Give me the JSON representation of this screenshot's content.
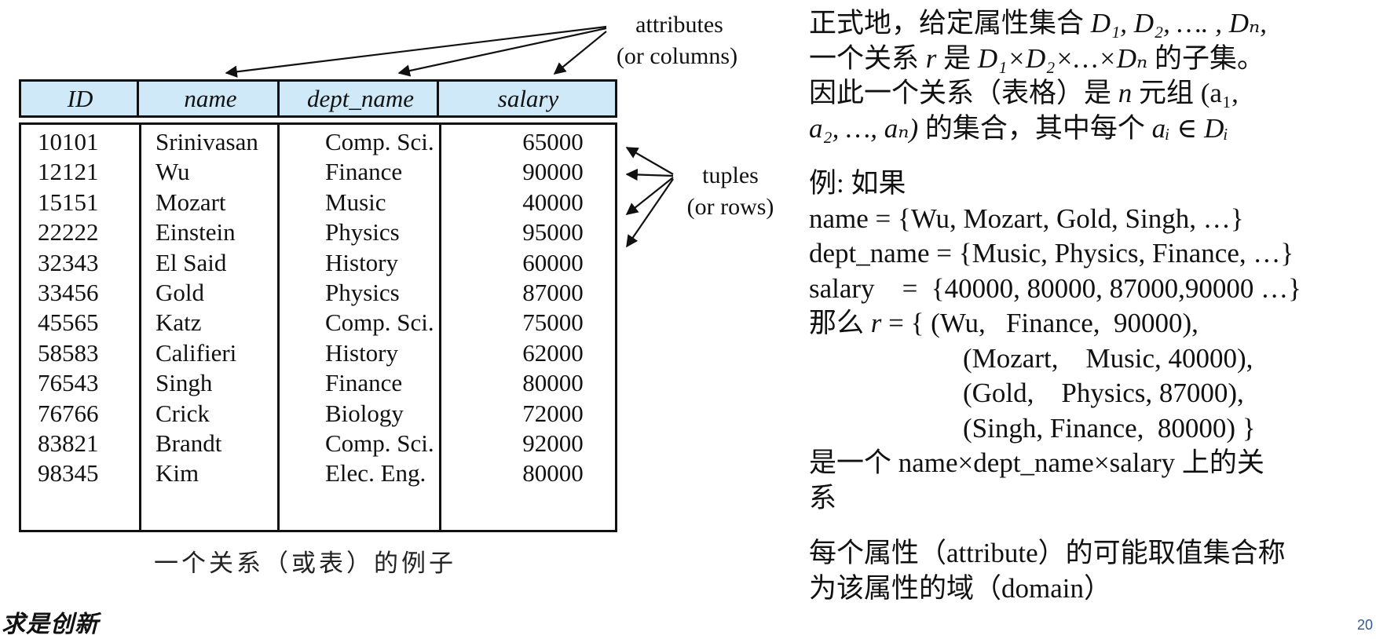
{
  "table": {
    "headers": [
      "ID",
      "name",
      "dept_name",
      "salary"
    ],
    "rows": [
      [
        "10101",
        "Srinivasan",
        "Comp. Sci.",
        "65000"
      ],
      [
        "12121",
        "Wu",
        "Finance",
        "90000"
      ],
      [
        "15151",
        "Mozart",
        "Music",
        "40000"
      ],
      [
        "22222",
        "Einstein",
        "Physics",
        "95000"
      ],
      [
        "32343",
        "El Said",
        "History",
        "60000"
      ],
      [
        "33456",
        "Gold",
        "Physics",
        "87000"
      ],
      [
        "45565",
        "Katz",
        "Comp. Sci.",
        "75000"
      ],
      [
        "58583",
        "Califieri",
        "History",
        "62000"
      ],
      [
        "76543",
        "Singh",
        "Finance",
        "80000"
      ],
      [
        "76766",
        "Crick",
        "Biology",
        "72000"
      ],
      [
        "83821",
        "Brandt",
        "Comp. Sci.",
        "92000"
      ],
      [
        "98345",
        "Kim",
        "Elec. Eng.",
        "80000"
      ]
    ],
    "caption": "一个关系（或表）的例子"
  },
  "annotations": {
    "attributes_line1": "attributes",
    "attributes_line2": "(or columns)",
    "tuples_line1": "tuples",
    "tuples_line2": "(or rows)"
  },
  "explanation": {
    "line1_pre": "正式地，给定属性集合 ",
    "line1_math": "D₁, D₂, …. , Dₙ,",
    "line2_pre": "一个关系 ",
    "line2_r": "r",
    "line2_mid": " 是 ",
    "line2_math": "D₁×D₂×…×Dₙ",
    "line2_post": " 的子集。",
    "line3_pre": "因此一个关系（表格）是 ",
    "line3_n": "n",
    "line3_post": " 元组 (a₁,",
    "line4_math": "a₂, …, aₙ)",
    "line4_mid": " 的集合，其中每个 ",
    "line4_tail": "aᵢ ∈ Dᵢ",
    "example_label": "例: 如果",
    "ex_name": "name =  {Wu, Mozart, Gold, Singh, …}",
    "ex_dept": "dept_name =  {Music, Physics, Finance, …}",
    "ex_salary": "salary    =  {40000, 80000, 87000,90000 …}",
    "then_pre": "那么 ",
    "then_r": "r",
    "then_post": " = { (Wu,   Finance,  90000),",
    "tuple2": "(Mozart,    Music, 40000),",
    "tuple3": "(Gold,    Physics, 87000),",
    "tuple4": "(Singh, Finance,  80000) }",
    "is_line": "是一个 name×dept_name×salary 上的关",
    "is_line2": "系",
    "domain_line1": "每个属性（attribute）的可能取值集合称",
    "domain_line2": "为该属性的域（domain）"
  },
  "footer": {
    "logo": "求是创新",
    "page_number": "20"
  }
}
